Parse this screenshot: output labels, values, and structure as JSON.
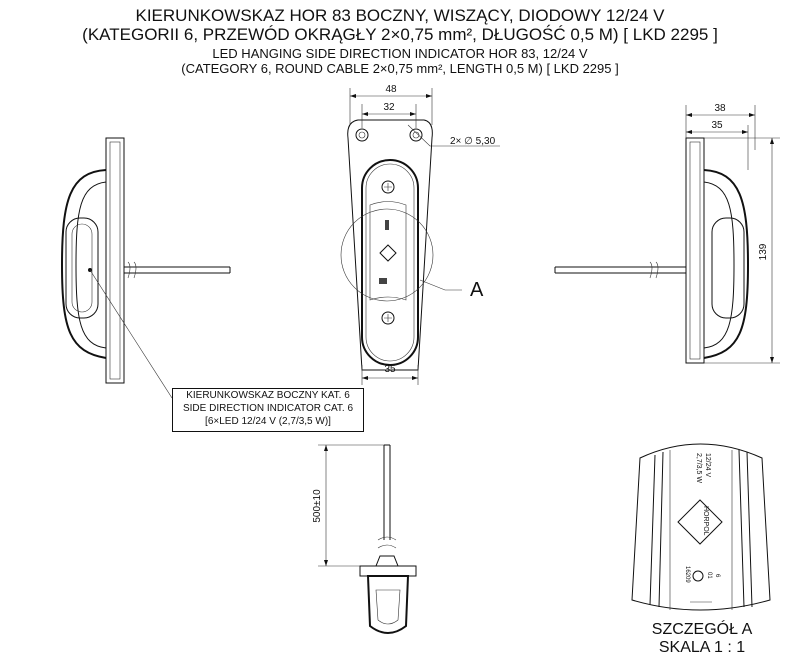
{
  "title": {
    "line1": "KIERUNKOWSKAZ HOR 83 BOCZNY, WISZĄCY, DIODOWY 12/24 V",
    "line2": "(KATEGORII 6, PRZEWÓD OKRĄGŁY 2×0,75 mm², DŁUGOŚĆ 0,5 M) [ LKD 2295 ]",
    "line3": "LED HANGING SIDE DIRECTION INDICATOR HOR 83, 12/24 V",
    "line4": "(CATEGORY 6, ROUND CABLE 2×0,75 mm², LENGTH 0,5 M)  [ LKD 2295 ]"
  },
  "dimensions": {
    "front_width_top": "48",
    "front_hole_spacing": "32",
    "front_width_bottom": "35",
    "hole_diameter": "2× ∅ 5,30",
    "side_depth": "38",
    "side_depth_body": "35",
    "height": "139",
    "cable_length": "500±10"
  },
  "detail_marker": "A",
  "callout": {
    "line1": "KIERUNKOWSKAZ BOCZNY KAT. 6",
    "line2": "SIDE DIRECTION INDICATOR CAT. 6",
    "line3": "[6×LED 12/24 V (2,7/3,5 W)]"
  },
  "detail": {
    "rating_line1": "12/24 V",
    "rating_line2": "2,7/3,5 W",
    "logo": "HORPOL",
    "approval": "16209",
    "category": "6",
    "approval_code": "01",
    "caption_line1": "SZCZEGÓŁ A",
    "caption_line2": "SKALA 1 : 1"
  }
}
